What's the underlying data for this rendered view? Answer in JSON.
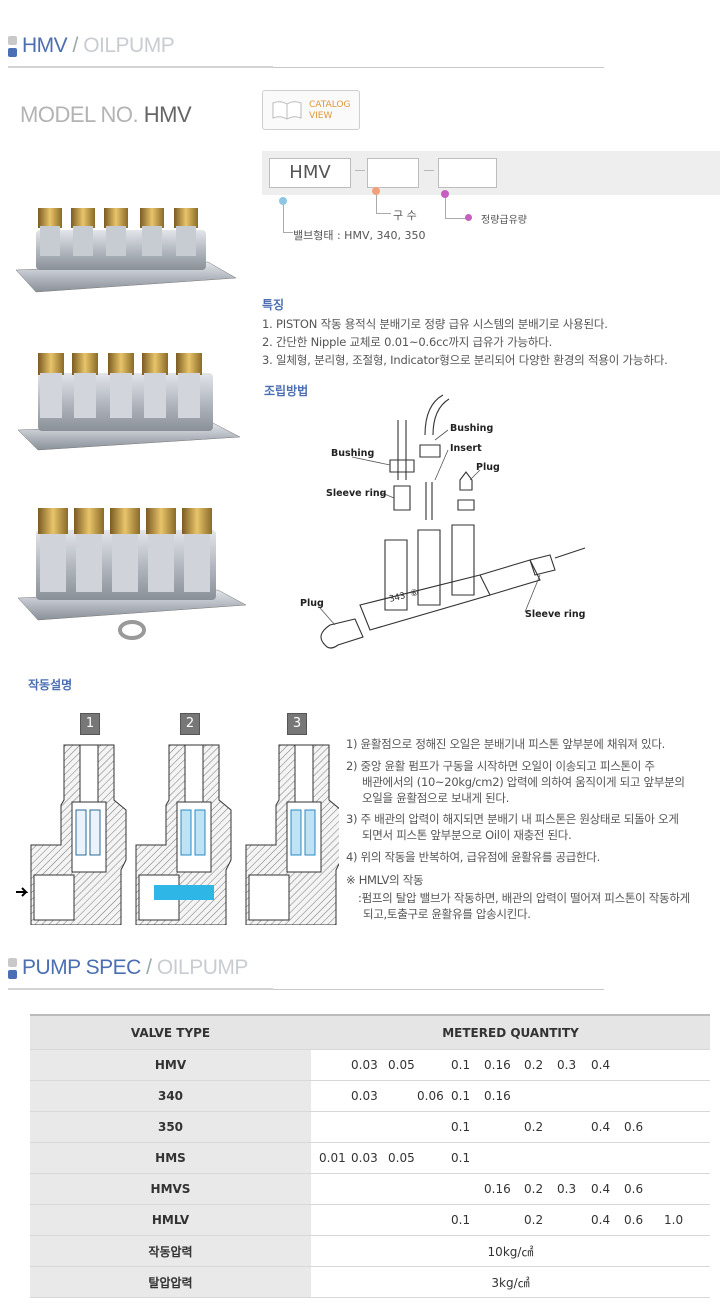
{
  "section1": {
    "main": "HMV",
    "slash": " / ",
    "sub": "OILPUMP"
  },
  "model": {
    "prefix": "MODEL NO.",
    "name": "HMV"
  },
  "catalog": {
    "line1": "CATALOG",
    "line2": "VIEW"
  },
  "code": {
    "box1": "HMV",
    "label_type": "밸브형태 : HMV, 340, 350",
    "label_gusu": "구 수",
    "label_qty": "정량급유량"
  },
  "colors": {
    "accent": "#4c6fb1",
    "dot_blue": "#8fc6e3",
    "dot_orange": "#f2a07a",
    "dot_pink": "#c65fbf"
  },
  "features": {
    "title": "특징",
    "items": [
      "1. PISTON 작동 용적식 분배기로 정량 급유 시스템의 분배기로 사용된다.",
      "2. 간단한 Nipple 교체로 0.01~0.6cc까지 급유가 가능하다.",
      "3. 일체형, 분리형, 조절형, Indicator형으로 분리되어 다양한 환경의 적용이 가능하다."
    ]
  },
  "assembly": {
    "title": "조립방법",
    "labels": {
      "bushing1": "Bushing",
      "bushing2": "Bushing",
      "insert": "Insert",
      "plug1": "Plug",
      "sleeve1": "Sleeve ring",
      "plug2": "Plug",
      "sleeve2": "Sleeve ring",
      "stamp": "343 ⑥"
    }
  },
  "operation": {
    "title": "작동설명",
    "steps": [
      "1",
      "2",
      "3"
    ],
    "lines": [
      "1) 윤활점으로 정해진 오일은 분배기내 피스톤 앞부분에 채워져 있다.",
      "2) 중앙 윤활 펌프가 구동을 시작하면 오일이 이송되고 피스톤이 주",
      "배관에서의 (10~20kg/cm2) 압력에 의하여 움직이게 되고 앞부분의",
      "오일을 윤활점으로 보내게 된다.",
      "3) 주 배관의 압력이 해지되면 분배기 내 피스톤은 원상태로 되돌아 오게",
      "되면서 피스톤 앞부분으로 Oil이 재충전 된다.",
      "4) 위의 작동을 반복하여, 급유점에 윤활유를 공급한다.",
      "※ HMLV의 작동",
      ":펌프의 탈압 밸브가 작동하면, 배관의 압력이 떨어져 피스톤이 작동하게",
      "되고,토출구로 윤활유를 압송시킨다."
    ]
  },
  "section2": {
    "main": "PUMP SPEC",
    "slash": " / ",
    "sub": "OILPUMP"
  },
  "spec": {
    "col1": "VALVE TYPE",
    "col2": "METERED QUANTITY",
    "rows": [
      {
        "type": "HMV",
        "values": [
          "0.03",
          "0.05",
          "0.1",
          "0.16",
          "0.2",
          "0.3",
          "0.4"
        ]
      },
      {
        "type": "340",
        "values": [
          "0.03",
          "0.06",
          "0.1",
          "0.16"
        ]
      },
      {
        "type": "350",
        "values": [
          "0.1",
          "0.2",
          "0.4",
          "0.6"
        ]
      },
      {
        "type": "HMS",
        "values": [
          "0.01",
          "0.03",
          "0.05",
          "0.1"
        ]
      },
      {
        "type": "HMVS",
        "values": [
          "0.16",
          "0.2",
          "0.3",
          "0.4",
          "0.6"
        ]
      },
      {
        "type": "HMLV",
        "values": [
          "0.1",
          "0.2",
          "0.4",
          "0.6",
          "1.0"
        ]
      }
    ],
    "pressure_label": "작동압력",
    "pressure_value": "10kg/㎠",
    "release_label": "탈압압력",
    "release_value": "3kg/㎠"
  }
}
